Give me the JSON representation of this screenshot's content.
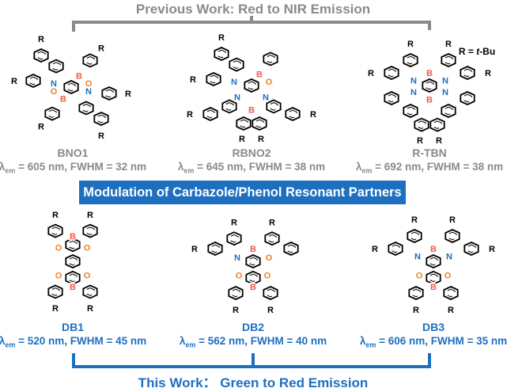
{
  "top_title": "Previous Work: Red to NIR Emission",
  "r_definition": {
    "prefix": "R = ",
    "value": "t",
    "suffix": "-Bu"
  },
  "banner": "Modulation of Carbazole/Phenol Resonant Partners",
  "bottom_title": "This Work： Green to Red Emission",
  "lambda_symbol": "λ",
  "lambda_sub": "em",
  "atoms": {
    "B": "B",
    "N": "N",
    "O": "O",
    "R": "R"
  },
  "colors": {
    "gray": "#8a8a8a",
    "blue": "#1f6fc0",
    "boron": "#f05a4a",
    "nitrogen": "#1f6fc0",
    "oxygen": "#f08020"
  },
  "previous": [
    {
      "name": "BNO1",
      "values": " = 605 nm, FWHM = 32 nm"
    },
    {
      "name": "RBNO2",
      "values": " = 645 nm, FWHM = 38 nm"
    },
    {
      "name": "R-TBN",
      "values": " = 692 nm, FWHM = 38 nm"
    }
  ],
  "this_work": [
    {
      "name": "DB1",
      "values": " = 520 nm, FWHM = 45 nm"
    },
    {
      "name": "DB2",
      "values": " = 562 nm, FWHM = 40 nm"
    },
    {
      "name": "DB3",
      "values": " = 606 nm, FWHM = 35 nm"
    }
  ]
}
